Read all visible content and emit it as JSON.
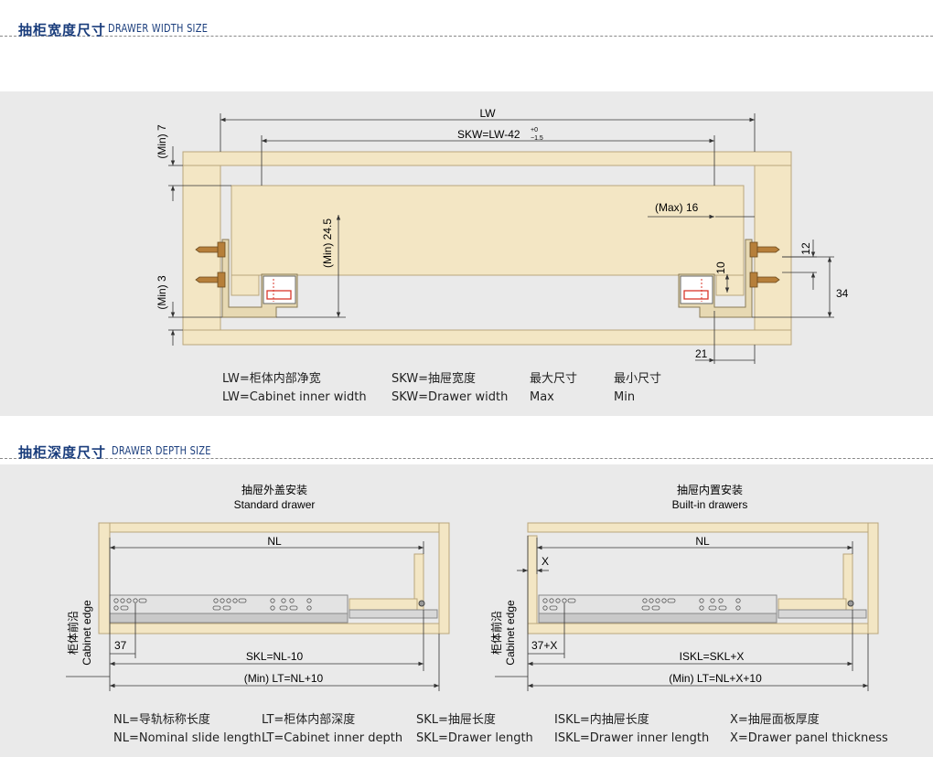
{
  "width_section": {
    "title_cn": "抽柜宽度尺寸",
    "title_en": "DRAWER WIDTH SIZE",
    "dims": {
      "lw": "LW",
      "skw": "SKW=LW-42",
      "skw_tol_upper": "+0",
      "skw_tol_lower": "−1.5",
      "min7": "(Min) 7",
      "min3": "(Min) 3",
      "max16": "(Max) 16",
      "h24_5": "(Min) 24.5",
      "d10": "10",
      "d12": "12",
      "d34": "34",
      "d21": "21"
    },
    "legend": [
      {
        "cn": "LW=柜体内部净宽",
        "en": "LW=Cabinet inner width"
      },
      {
        "cn": "SKW=抽屉宽度",
        "en": "SKW=Drawer width"
      },
      {
        "cn": "最大尺寸",
        "en": "Max"
      },
      {
        "cn": "最小尺寸",
        "en": "Min"
      }
    ]
  },
  "depth_section": {
    "title_cn": "抽柜深度尺寸",
    "title_en": "DRAWER DEPTH SIZE",
    "left": {
      "title_cn": "抽屉外盖安装",
      "title_en": "Standard drawer",
      "nl": "NL",
      "d37": "37",
      "skl": "SKL=NL-10",
      "lt": "(Min) LT=NL+10",
      "edge_cn": "柜体前沿",
      "edge_en": "Cabinet edge"
    },
    "right": {
      "title_cn": "抽屉内置安装",
      "title_en": "Built-in drawers",
      "nl": "NL",
      "x": "X",
      "d37x": "37+X",
      "iskl": "ISKL=SKL+X",
      "lt": "(Min) LT=NL+X+10",
      "edge_cn": "柜体前沿",
      "edge_en": "Cabinet edge"
    },
    "legend": [
      {
        "cn": "NL=导轨标称长度",
        "en": "NL=Nominal slide length"
      },
      {
        "cn": "LT=柜体内部深度",
        "en": "LT=Cabinet inner depth"
      },
      {
        "cn": "SKL=抽屉长度",
        "en": "SKL=Drawer length"
      },
      {
        "cn": "ISKL=内抽屉长度",
        "en": "ISKL=Drawer inner length"
      },
      {
        "cn": "X=抽屉面板厚度",
        "en": "X=Drawer panel thickness"
      }
    ]
  },
  "colors": {
    "heading": "#1a3d7c",
    "wood": "#f3e6c4",
    "wood_stroke": "#b9a57c",
    "panel_bg": "#eaeaea",
    "slide_metal": "#e0e0e0",
    "accent_red": "#d9372b"
  }
}
